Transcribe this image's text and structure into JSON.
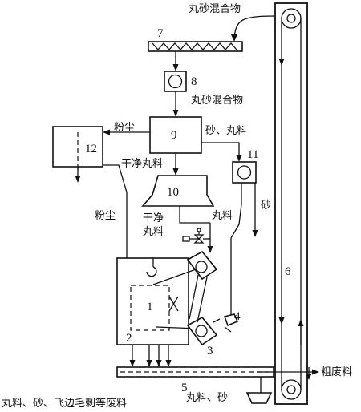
{
  "labels": {
    "mix_top": "丸砂混合物",
    "mix_mid": "丸砂混合物",
    "dust_left": "粉尘",
    "sand_shot": "砂、丸料",
    "clean_shot_1": "干净丸料",
    "clean_shot_2a": "干净",
    "clean_shot_2b": "丸料",
    "shot": "丸料",
    "sand": "砂",
    "dust_side": "粉尘",
    "coarse_waste": "粗废料",
    "waste_bottom": "丸料、砂、飞边毛刺等废料",
    "shot_sand_bottom": "丸料、砂"
  },
  "numbers": {
    "n1": "1",
    "n2": "2",
    "n3": "3",
    "n4": "4",
    "n5": "5",
    "n6": "6",
    "n7": "7",
    "n8": "8",
    "n9": "9",
    "n10": "10",
    "n11": "11",
    "n12": "12"
  }
}
